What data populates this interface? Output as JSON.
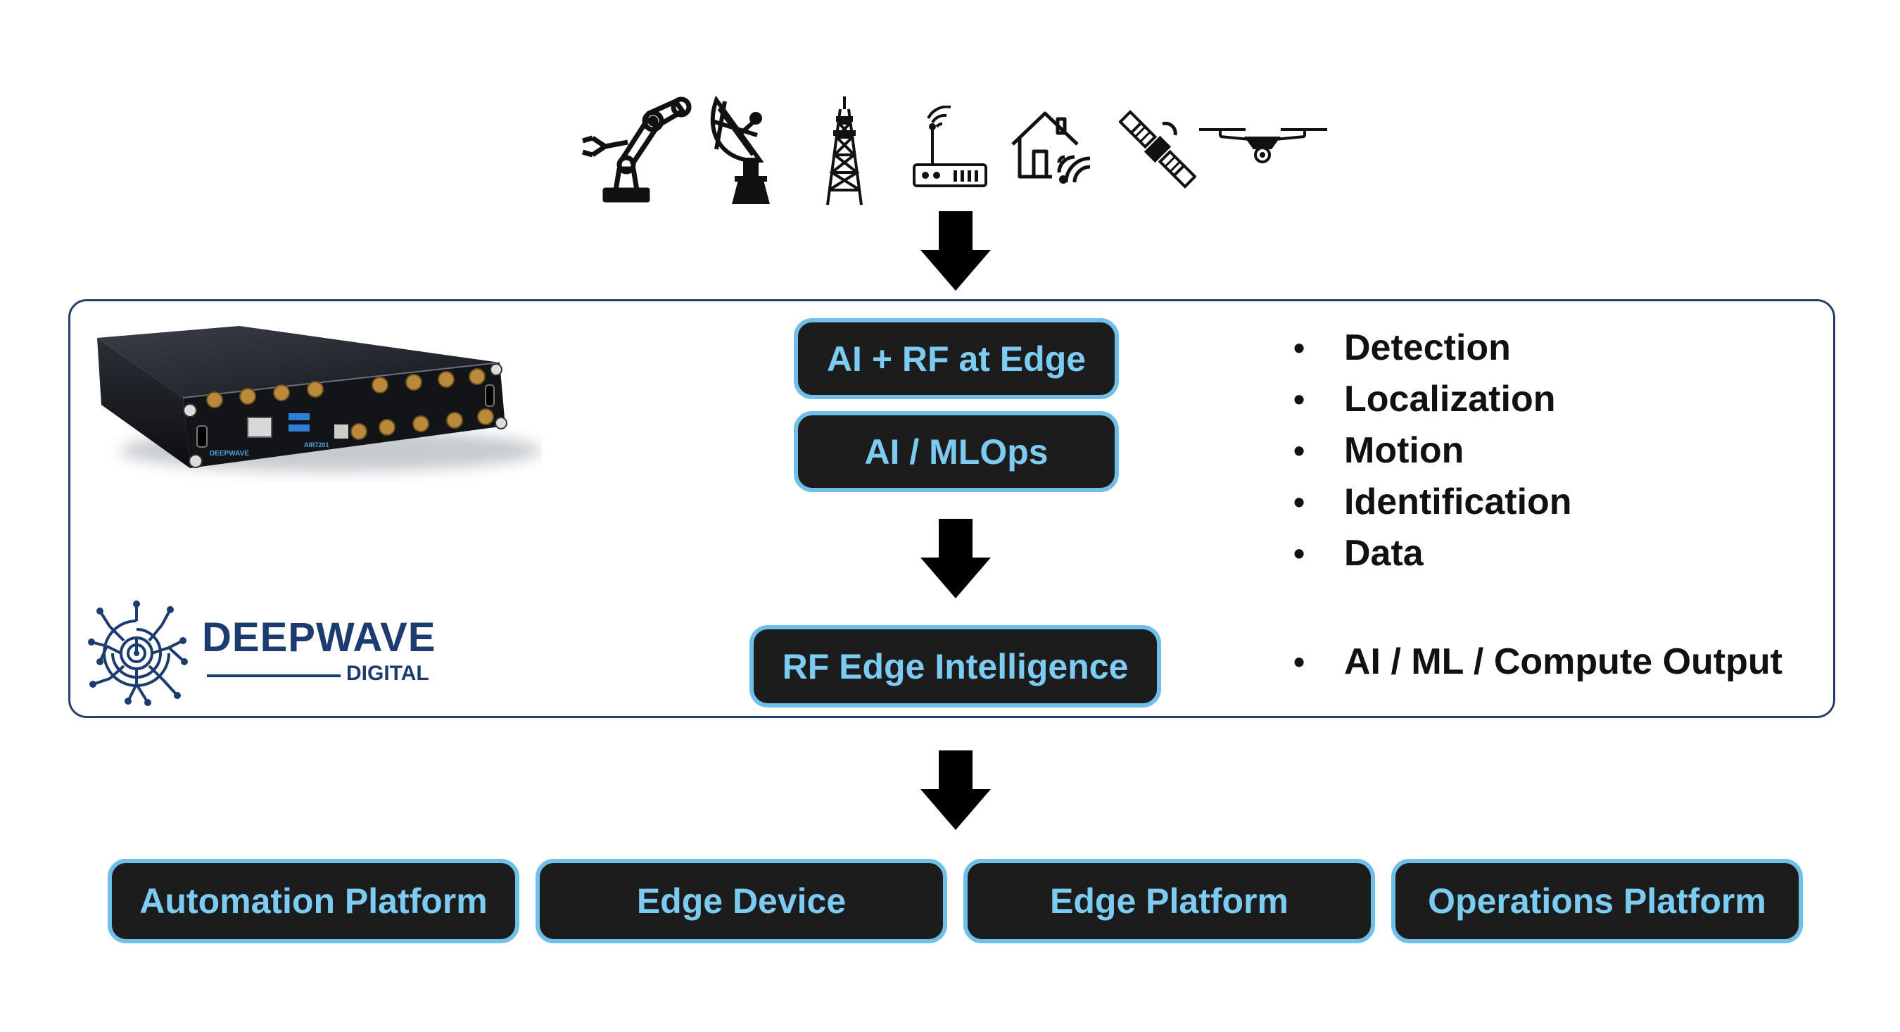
{
  "icons": [
    "robot-arm-icon",
    "satellite-dish-icon",
    "cell-tower-icon",
    "wireless-router-icon",
    "smart-home-icon",
    "satellite-icon",
    "drone-icon"
  ],
  "main": {
    "pills": {
      "ai_rf": "AI + RF at Edge",
      "mlops": "AI / MLOps",
      "rf_edge": "RF Edge Intelligence"
    },
    "bullets": [
      "Detection",
      "Localization",
      "Motion",
      "Identification",
      "Data"
    ],
    "output_bullet": "AI / ML / Compute Output",
    "bullet_char": "•",
    "logo": {
      "name": "DEEPWAVE",
      "sub": "DIGITAL"
    },
    "device_labels": {
      "brand": "DEEPWAVE",
      "model": "AIR7201"
    }
  },
  "platforms": [
    "Automation Platform",
    "Edge Device",
    "Edge Platform",
    "Operations Platform"
  ],
  "colors": {
    "pill_fill": "#1c1c1c",
    "pill_border": "#6fbfe9",
    "pill_text": "#7ccbf2",
    "panel_border": "#24406b",
    "logo_blue": "#1c3b70"
  }
}
